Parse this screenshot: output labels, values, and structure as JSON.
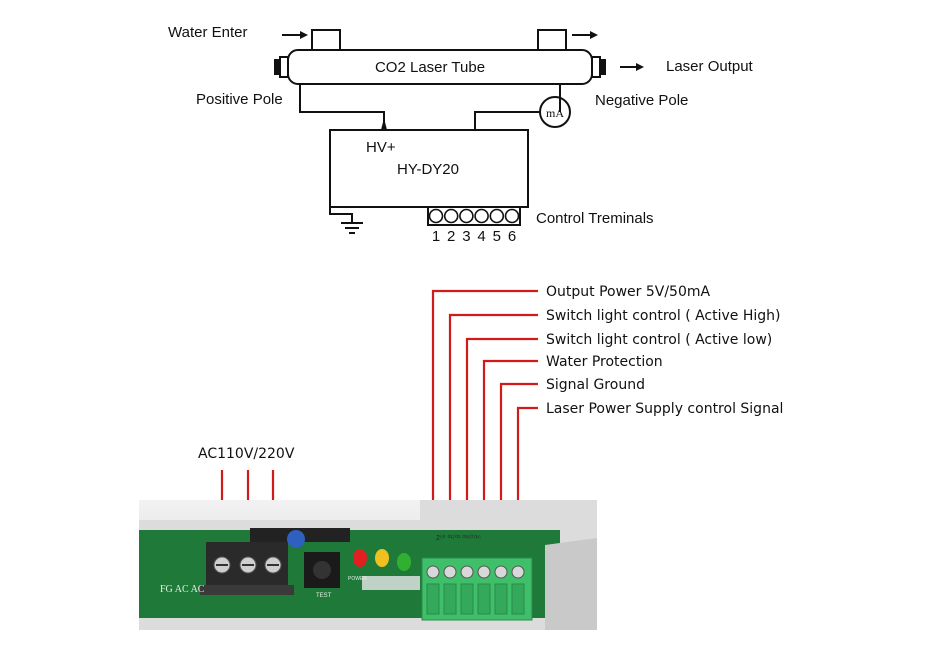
{
  "schematic": {
    "water_enter": "Water Enter",
    "tube_label": "CO2 Laser Tube",
    "laser_output": "Laser Output",
    "positive_pole": "Positive Pole",
    "negative_pole": "Negative Pole",
    "meter_label": "mA",
    "hv_label": "HV+",
    "supply_model": "HY-DY20",
    "control_terminals": "Control Treminals",
    "terminal_numbers": [
      "1",
      "2",
      "3",
      "4",
      "5",
      "6"
    ]
  },
  "wiring": {
    "ac_input": "AC110V/220V",
    "pins": [
      "Output Power 5V/50mA",
      "Switch light control ( Active High)",
      "Switch light control ( Active low)",
      "Water Protection",
      "Signal Ground",
      "Laser Power Supply control Signal"
    ],
    "wire_color": "#d11a1a"
  },
  "board": {
    "pcb_color": "#1f7a3a",
    "terminal_color": "#3fbf6a",
    "led_colors": [
      "#e02020",
      "#f0c020",
      "#30b030"
    ],
    "silk_ac": "FG  AC  AC",
    "silk_test": "TEST",
    "silk_power": "POWER"
  }
}
